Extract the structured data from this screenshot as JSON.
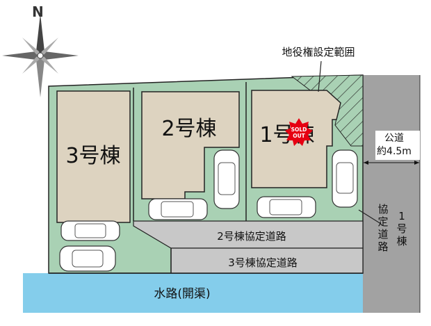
{
  "compass": {
    "north_label": "N"
  },
  "labels": {
    "easement": "地役権設定範囲",
    "public_road": "公道",
    "road_width": "約4.5m",
    "building_1_side_note": "1号棟",
    "building_1_access_road_vertical": "協定道路",
    "building_2_access_road": "2号棟協定道路",
    "building_3_access_road": "3号棟協定道路",
    "waterway": "水路(開渠)"
  },
  "lots": [
    {
      "id": "lot-3",
      "label": "3号棟",
      "status": ""
    },
    {
      "id": "lot-2",
      "label": "2号棟",
      "status": ""
    },
    {
      "id": "lot-1",
      "label": "1号棟",
      "status": "SOLD OUT"
    }
  ],
  "sold_badge": {
    "line1": "SOLD",
    "line2": "OUT"
  },
  "colors": {
    "lot_green": "#a9d1b4",
    "building_beige": "#ddd3c0",
    "road_gray": "#a2a2a2",
    "agreement_road": "#c8c8c8",
    "waterway_blue": "#84cdeb",
    "sold_badge_red": "#e60012"
  }
}
